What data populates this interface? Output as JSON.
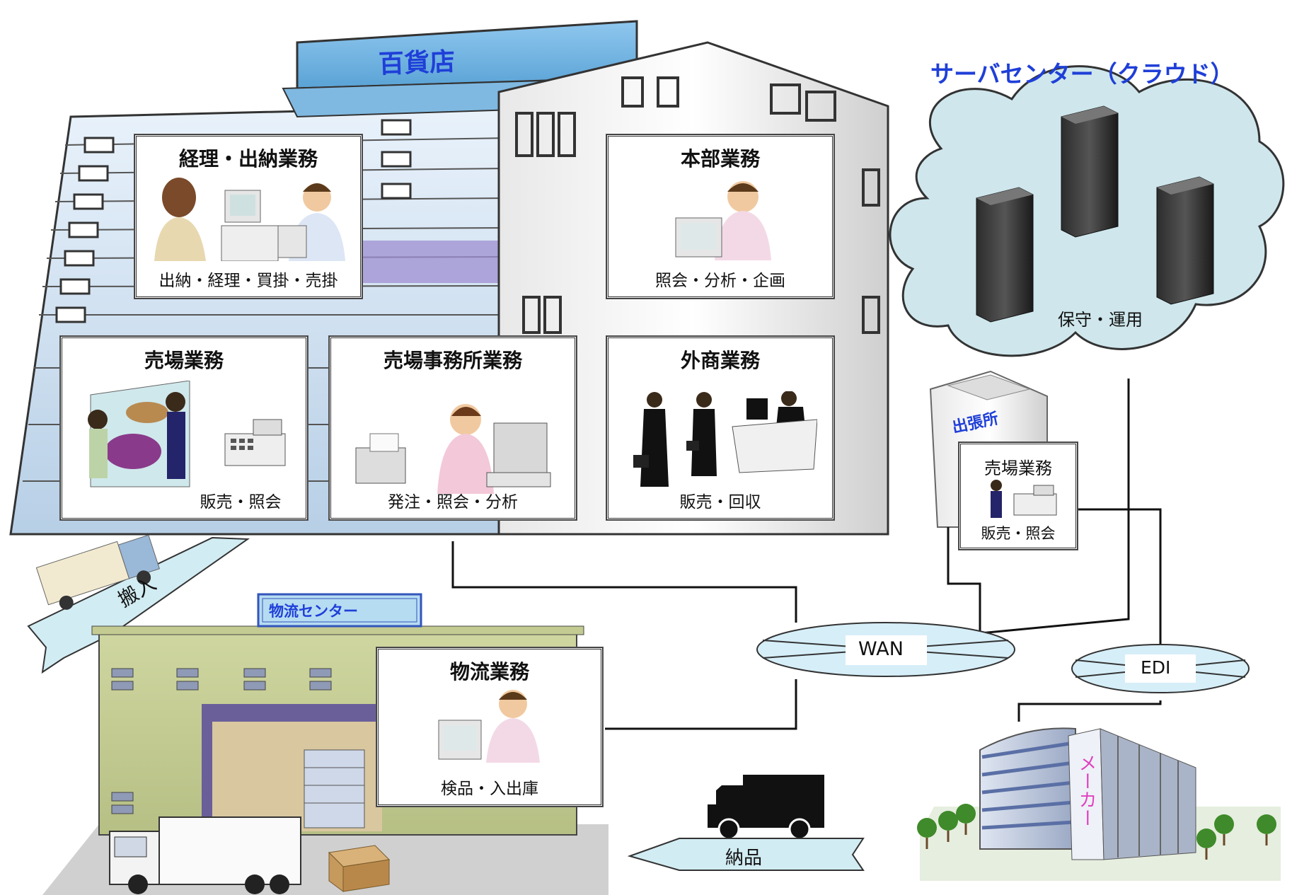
{
  "department_store": {
    "title": "百貨店"
  },
  "cloud": {
    "title": "サーバセンター（クラウド）",
    "caption": "保守・運用"
  },
  "branch": {
    "title": "出張所",
    "box_title": "売場業務",
    "box_caption": "販売・照会"
  },
  "boxes": {
    "accounting": {
      "title": "経理・出納業務",
      "caption": "出納・経理・買掛・売掛"
    },
    "headquarters": {
      "title": "本部業務",
      "caption": "照会・分析・企画"
    },
    "sales_floor": {
      "title": "売場業務",
      "caption": "販売・照会"
    },
    "floor_office": {
      "title": "売場事務所業務",
      "caption": "発注・照会・分析"
    },
    "outside_sales": {
      "title": "外商業務",
      "caption": "販売・回収"
    },
    "logistics": {
      "title": "物流業務",
      "caption": "検品・入出庫"
    }
  },
  "logistics_center": {
    "sign": "物流センター"
  },
  "arrows": {
    "carry_in": "搬入",
    "delivery": "納品"
  },
  "networks": {
    "wan": "WAN",
    "edi": "EDI"
  },
  "maker": {
    "label": "メーカー"
  },
  "colors": {
    "title_blue": "#1f3fd8",
    "cloud_fill": "#cfe7ec",
    "maker_magenta": "#e040c0",
    "building_blue": "#b8d4ee"
  }
}
